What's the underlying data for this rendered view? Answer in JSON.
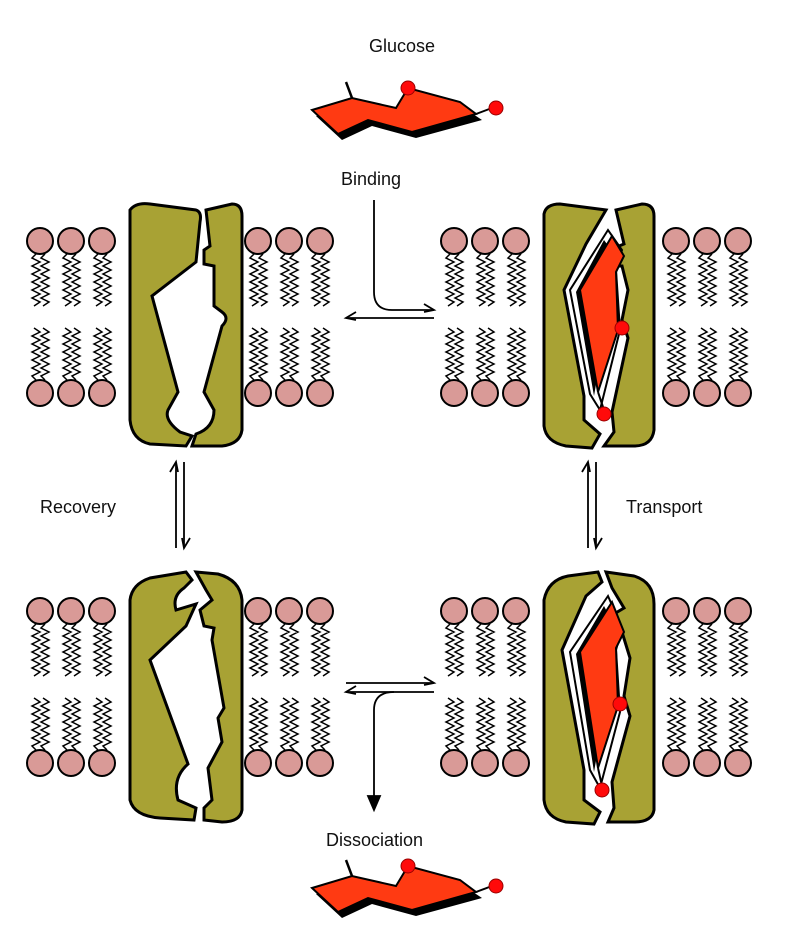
{
  "labels": {
    "glucose": "Glucose",
    "binding": "Binding",
    "recovery": "Recovery",
    "transport": "Transport",
    "dissociation": "Dissociation"
  },
  "colors": {
    "protein": "#a8a234",
    "lipid_head": "#d99a97",
    "glucose": "#ff3a12",
    "glucose_shadow": "#000000",
    "glucose_dot": "#ff0a0a",
    "arrow": "#000000"
  },
  "states": [
    {
      "id": "outward-open-empty",
      "label_ref": "",
      "glucose_bound": false,
      "channel_open": "top"
    },
    {
      "id": "outward-open-bound",
      "label_ref": "",
      "glucose_bound": true,
      "channel_open": "top"
    },
    {
      "id": "inward-open-empty",
      "label_ref": "",
      "glucose_bound": false,
      "channel_open": "bottom"
    },
    {
      "id": "inward-open-bound",
      "label_ref": "",
      "glucose_bound": true,
      "channel_open": "bottom"
    }
  ]
}
